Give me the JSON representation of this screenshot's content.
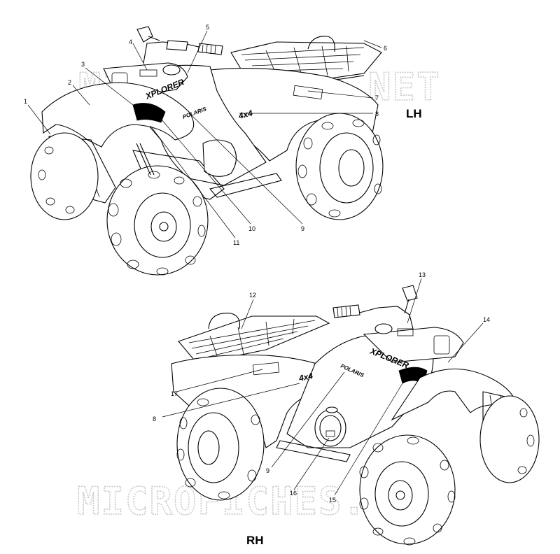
{
  "watermark": {
    "top": "MICROFICHES.NET",
    "bottom": "MICROFICHES.NET"
  },
  "views": {
    "left": {
      "label": "LH"
    },
    "right": {
      "label": "RH"
    }
  },
  "decals": {
    "brand": "POLARIS",
    "model": "XPLORER",
    "drive": "4x4"
  },
  "callouts_lh": [
    "1",
    "2",
    "3",
    "4",
    "5",
    "6",
    "7",
    "8",
    "9",
    "10",
    "11"
  ],
  "callouts_rh": [
    "12",
    "13",
    "14",
    "8",
    "17",
    "9",
    "16",
    "15"
  ]
}
